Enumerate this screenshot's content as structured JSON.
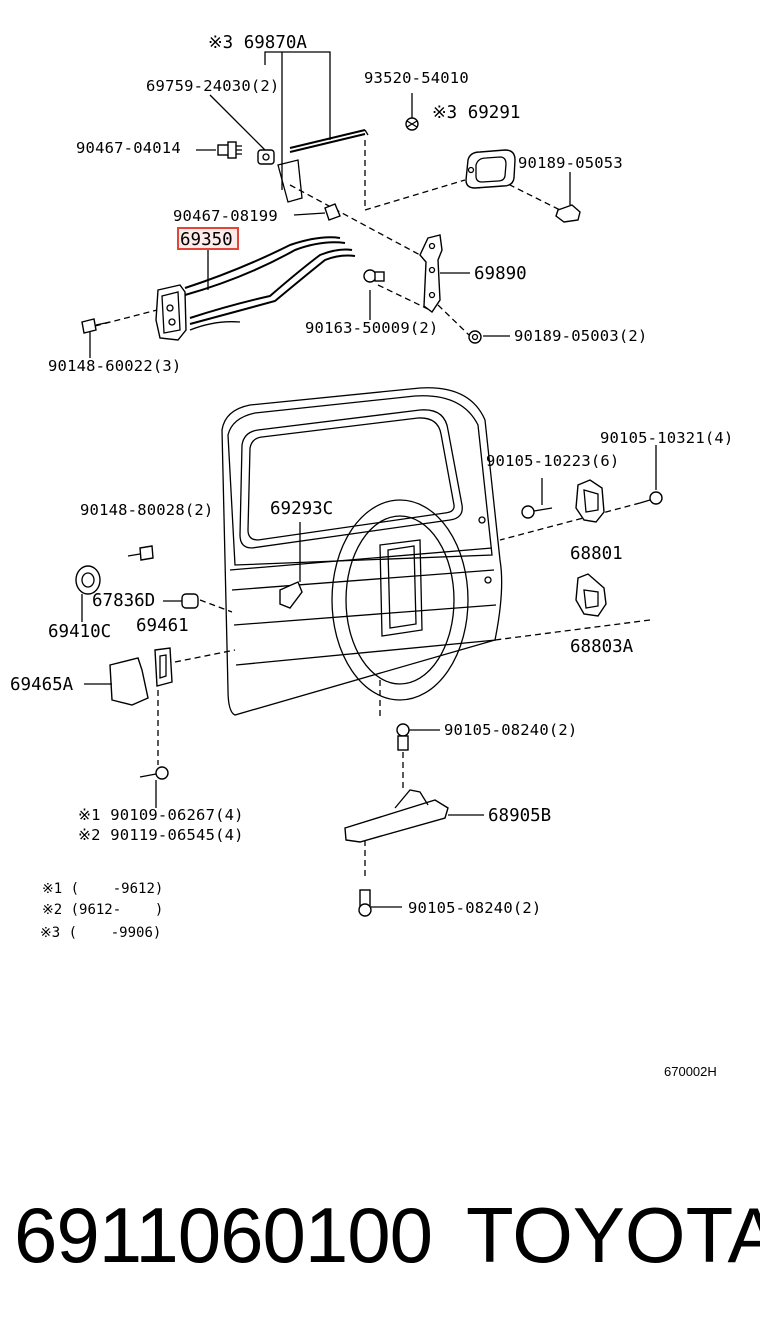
{
  "labels": {
    "p69870A": "※3 69870A",
    "p69759": "69759-24030(2)",
    "p93520": "93520-54010",
    "p69291": "※3 69291",
    "p90467_04014": "90467-04014",
    "p90189_05053": "90189-05053",
    "p90467_08199": "90467-08199",
    "p69350": "69350",
    "p69890": "69890",
    "p90163": "90163-50009(2)",
    "p90189_05003": "90189-05003(2)",
    "p90148_60022": "90148-60022(3)",
    "p90105_10321": "90105-10321(4)",
    "p90105_10223": "90105-10223(6)",
    "p90148_80028": "90148-80028(2)",
    "p69293C": "69293C",
    "p68801": "68801",
    "p67836D": "67836D",
    "p69461": "69461",
    "p69410C": "69410C",
    "p68803A": "68803A",
    "p69465A": "69465A",
    "p90105_08240a": "90105-08240(2)",
    "p90109": "※1 90109-06267(4)",
    "p90119": "※2 90119-06545(4)",
    "p68905B": "68905B",
    "p90105_08240b": "90105-08240(2)"
  },
  "notes": {
    "n1": "※1 (    -9612)",
    "n2": "※2 (9612-    )",
    "n3": "※3 (    -9906)"
  },
  "diagram_code": "670002H",
  "footer": {
    "part_number": "6911060100",
    "brand": "TOYOTA"
  },
  "highlight_color": "#e0463a"
}
